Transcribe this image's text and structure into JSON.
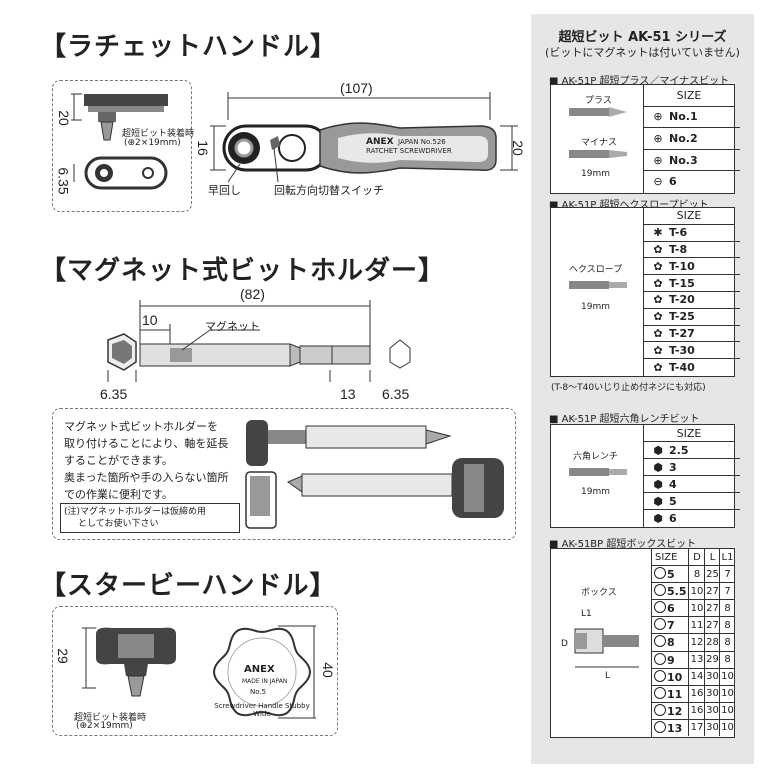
{
  "sections": {
    "ratchet": {
      "title": "【ラチェットハンドル】",
      "length": "(107)",
      "height": "20",
      "head": "16",
      "side_height": "20",
      "side_hex": "6.35",
      "bit_note_1": "超短ビット装着時",
      "bit_note_2": "(⊕2×19mm)",
      "quick": "早回し",
      "switch": "回転方向切替スイッチ",
      "brand": "ANEX",
      "model": "JAPAN No.526",
      "product": "RATCHET SCREWDRIVER"
    },
    "holder": {
      "title": "【マグネット式ビットホルダー】",
      "length": "(82)",
      "depth": "10",
      "magnet": "マグネット",
      "hex_end": "6.35",
      "shank": "13",
      "hex_right": "6.35",
      "desc_1": "マグネット式ビットホルダーを",
      "desc_2": "取り付けることにより、軸を延長",
      "desc_3": "することができます。",
      "desc_4": "奥まった箇所や手の入らない箇所",
      "desc_5": "での作業に便利です。",
      "caution_1": "(注)マグネットホルダーは仮締め用",
      "caution_2": "としてお使い下さい"
    },
    "stubby": {
      "title": "【スタービーハンドル】",
      "height": "29",
      "diameter": "40",
      "bit_note_1": "超短ビット装着時",
      "bit_note_2": "(⊕2×19mm)",
      "brand": "ANEX",
      "made": "MADE IN JAPAN",
      "ring_text": "Screwdriver Handle Stubby Wide",
      "no": "No.5"
    }
  },
  "panel": {
    "title": "超短ビット AK-51 シリーズ",
    "subtitle": "(ビットにマグネットは付いていません)",
    "plus": {
      "heading": "■ AK-51P 超短プラス／マイナスビット",
      "label_plus": "プラス",
      "label_minus": "マイナス",
      "dim": "19mm",
      "size_header": "SIZE",
      "rows": [
        {
          "sym": "⊕",
          "v": "No.1"
        },
        {
          "sym": "⊕",
          "v": "No.2"
        },
        {
          "sym": "⊕",
          "v": "No.3"
        },
        {
          "sym": "⊖",
          "v": "6"
        }
      ]
    },
    "hex_lobe": {
      "heading": "■ AK-51P 超短ヘクスロープビット",
      "label": "ヘクスロープ",
      "dim": "19mm",
      "size_header": "SIZE",
      "rows": [
        {
          "sym": "✱",
          "v": "T-6"
        },
        {
          "sym": "✿",
          "v": "T-8"
        },
        {
          "sym": "✿",
          "v": "T-10"
        },
        {
          "sym": "✿",
          "v": "T-15"
        },
        {
          "sym": "✿",
          "v": "T-20"
        },
        {
          "sym": "✿",
          "v": "T-25"
        },
        {
          "sym": "✿",
          "v": "T-27"
        },
        {
          "sym": "✿",
          "v": "T-30"
        },
        {
          "sym": "✿",
          "v": "T-40"
        }
      ],
      "footnote": "(T-8〜T40いじり止め付ネジにも対応)"
    },
    "hexkey": {
      "heading": "■ AK-51P 超短六角レンチビット",
      "label": "六角レンチ",
      "dim": "19mm",
      "size_header": "SIZE",
      "rows": [
        {
          "sym": "⬢",
          "v": "2.5"
        },
        {
          "sym": "⬢",
          "v": "3"
        },
        {
          "sym": "⬢",
          "v": "4"
        },
        {
          "sym": "⬢",
          "v": "5"
        },
        {
          "sym": "⬢",
          "v": "6"
        }
      ]
    },
    "box": {
      "heading": "■ AK-51BP 超短ボックスビット",
      "label": "ボックス",
      "l1": "L1",
      "d": "D",
      "l": "L",
      "headers": [
        "SIZE",
        "D",
        "L",
        "L1"
      ],
      "rows": [
        {
          "v": "5",
          "d": "8",
          "l": "25",
          "l1": "7"
        },
        {
          "v": "5.5",
          "d": "10",
          "l": "27",
          "l1": "7"
        },
        {
          "v": "6",
          "d": "10",
          "l": "27",
          "l1": "8"
        },
        {
          "v": "7",
          "d": "11",
          "l": "27",
          "l1": "8"
        },
        {
          "v": "8",
          "d": "12",
          "l": "28",
          "l1": "8"
        },
        {
          "v": "9",
          "d": "13",
          "l": "29",
          "l1": "8"
        },
        {
          "v": "10",
          "d": "14",
          "l": "30",
          "l1": "10"
        },
        {
          "v": "11",
          "d": "16",
          "l": "30",
          "l1": "10"
        },
        {
          "v": "12",
          "d": "16",
          "l": "30",
          "l1": "10"
        },
        {
          "v": "13",
          "d": "17",
          "l": "30",
          "l1": "10"
        }
      ]
    }
  }
}
